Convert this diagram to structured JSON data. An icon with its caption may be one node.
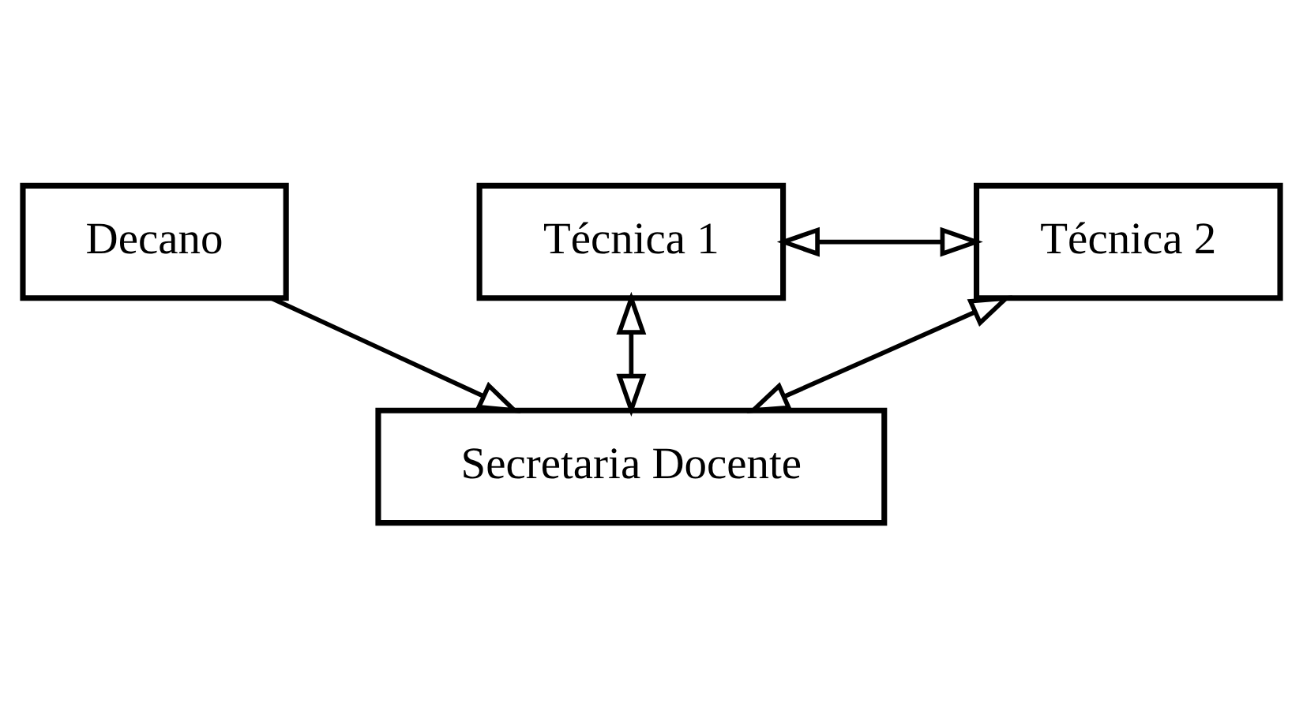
{
  "diagram": {
    "nodes": [
      {
        "text": [
          "Decano"
        ]
      },
      {
        "text": [
          "Secretaria Docente"
        ]
      },
      {
        "text": [
          "Técnica 1"
        ]
      },
      {
        "text": [
          "Técnica 2"
        ]
      }
    ],
    "edges": [
      {
        "from": 0,
        "to": 1,
        "arrow": "to"
      },
      {
        "from": 2,
        "to": 1,
        "arrow": "both"
      },
      {
        "from": 3,
        "to": 1,
        "arrow": "both"
      },
      {
        "from": 2,
        "to": 3,
        "arrow": "both"
      }
    ]
  }
}
